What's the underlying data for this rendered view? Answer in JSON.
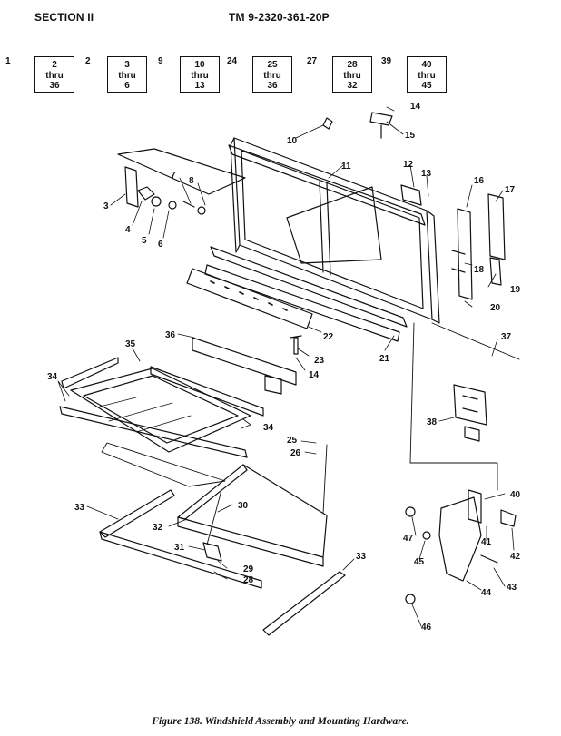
{
  "header": {
    "section": "SECTION II",
    "tm": "TM 9-2320-361-20P"
  },
  "index": [
    {
      "lead": "1",
      "top": "2",
      "mid": "thru",
      "bot": "36"
    },
    {
      "lead": "2",
      "top": "3",
      "mid": "thru",
      "bot": "6"
    },
    {
      "lead": "9",
      "top": "10",
      "mid": "thru",
      "bot": "13"
    },
    {
      "lead": "24",
      "top": "25",
      "mid": "thru",
      "bot": "36"
    },
    {
      "lead": "27",
      "top": "28",
      "mid": "thru",
      "bot": "32"
    },
    {
      "lead": "39",
      "top": "40",
      "mid": "thru",
      "bot": "45"
    }
  ],
  "callouts": [
    "3",
    "4",
    "5",
    "6",
    "7",
    "8",
    "10",
    "11",
    "12",
    "13",
    "14",
    "15",
    "16",
    "17",
    "18",
    "19",
    "20",
    "21",
    "22",
    "23",
    "14",
    "36",
    "35",
    "34",
    "34",
    "37",
    "38",
    "25",
    "26",
    "33",
    "30",
    "32",
    "31",
    "29",
    "28",
    "33",
    "40",
    "47",
    "41",
    "42",
    "45",
    "43",
    "44",
    "46"
  ],
  "caption": "Figure 138. Windshield Assembly and Mounting Hardware."
}
